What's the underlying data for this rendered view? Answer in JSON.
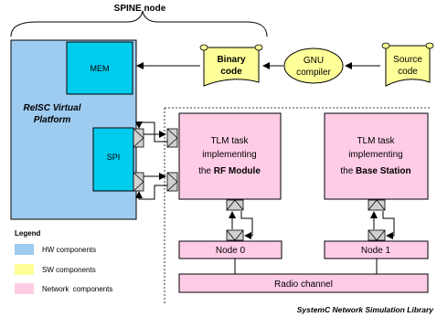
{
  "spine_label": "SPINE node",
  "platform": {
    "title_line1": "ReISC Virtual",
    "title_line2": "Platform",
    "mem_label": "MEM",
    "spi_label": "SPI"
  },
  "binary_code": {
    "line1": "Binary",
    "line2": "code"
  },
  "gnu_compiler": {
    "line1": "GNU",
    "line2": "compiler"
  },
  "source_code": {
    "line1": "Source",
    "line2": "code"
  },
  "tlm_rf": {
    "line1": "TLM task",
    "line2": "implementing",
    "line3_prefix": "the ",
    "line3_bold": "RF Module"
  },
  "tlm_base": {
    "line1": "TLM task",
    "line2": "implementing",
    "line3_prefix": "the ",
    "line3_bold": "Base Station"
  },
  "node0": "Node 0",
  "node1": "Node 1",
  "radio_channel": "Radio channel",
  "legend": {
    "title": "Legend",
    "items": [
      {
        "label": "HW components",
        "color": "#9ecbf0"
      },
      {
        "label": "SW components",
        "color": "#ffff99"
      },
      {
        "label": "Network  components",
        "color": "#ffcce6"
      }
    ]
  },
  "library_label": "SystemC Network Simulation Library",
  "colors": {
    "hw": "#9ecbf0",
    "hw_block": "#00ccee",
    "sw": "#ffff99",
    "net": "#ffcce6",
    "port": "#d0d0d0"
  }
}
